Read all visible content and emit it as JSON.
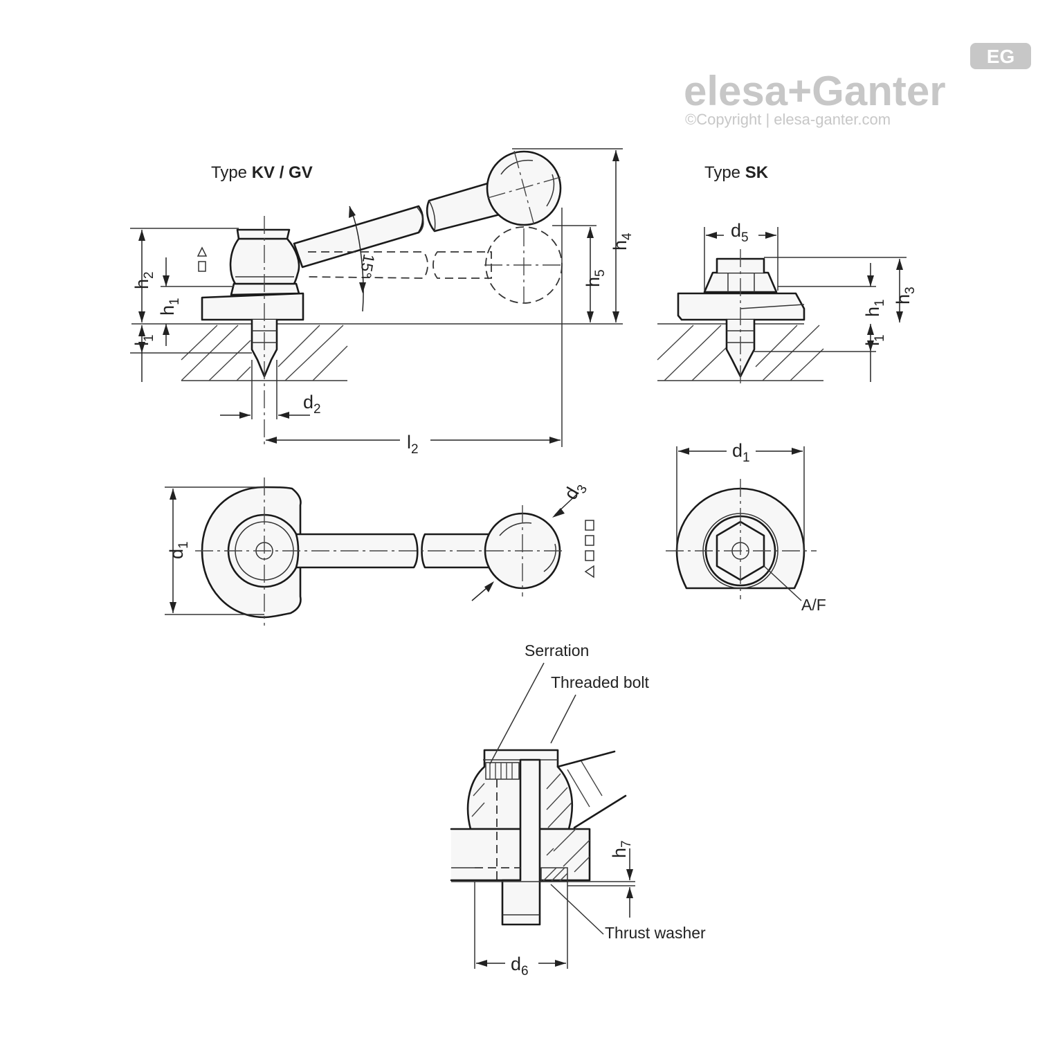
{
  "brand": {
    "logo_text": "elesa+Ganter",
    "badge": "EG",
    "copyright": "©Copyright | elesa-ganter.com"
  },
  "views": {
    "kv_gv": {
      "prefix": "Type ",
      "bold": "KV / GV"
    },
    "sk": {
      "prefix": "Type ",
      "bold": "SK"
    }
  },
  "dimensions": {
    "h2": {
      "base": "h",
      "sub": "2"
    },
    "h1": {
      "base": "h",
      "sub": "1"
    },
    "l1": {
      "base": "l",
      "sub": "1"
    },
    "h4": {
      "base": "h",
      "sub": "4"
    },
    "h5": {
      "base": "h",
      "sub": "5"
    },
    "d2": {
      "base": "d",
      "sub": "2"
    },
    "l2": {
      "base": "l",
      "sub": "2"
    },
    "angle": "15°",
    "d5": {
      "base": "d",
      "sub": "5"
    },
    "h3": {
      "base": "h",
      "sub": "3"
    },
    "sk_h1": {
      "base": "h",
      "sub": "1"
    },
    "sk_l1": {
      "base": "l",
      "sub": "1"
    },
    "d1_top": {
      "base": "d",
      "sub": "1"
    },
    "d1_side": {
      "base": "d",
      "sub": "1"
    },
    "d3": {
      "base": "d",
      "sub": "3"
    },
    "af": "A/F",
    "h7": {
      "base": "h",
      "sub": "7"
    },
    "d6": {
      "base": "d",
      "sub": "6"
    }
  },
  "callouts": {
    "serration": "Serration",
    "threaded_bolt": "Threaded bolt",
    "thrust_washer": "Thrust washer"
  }
}
